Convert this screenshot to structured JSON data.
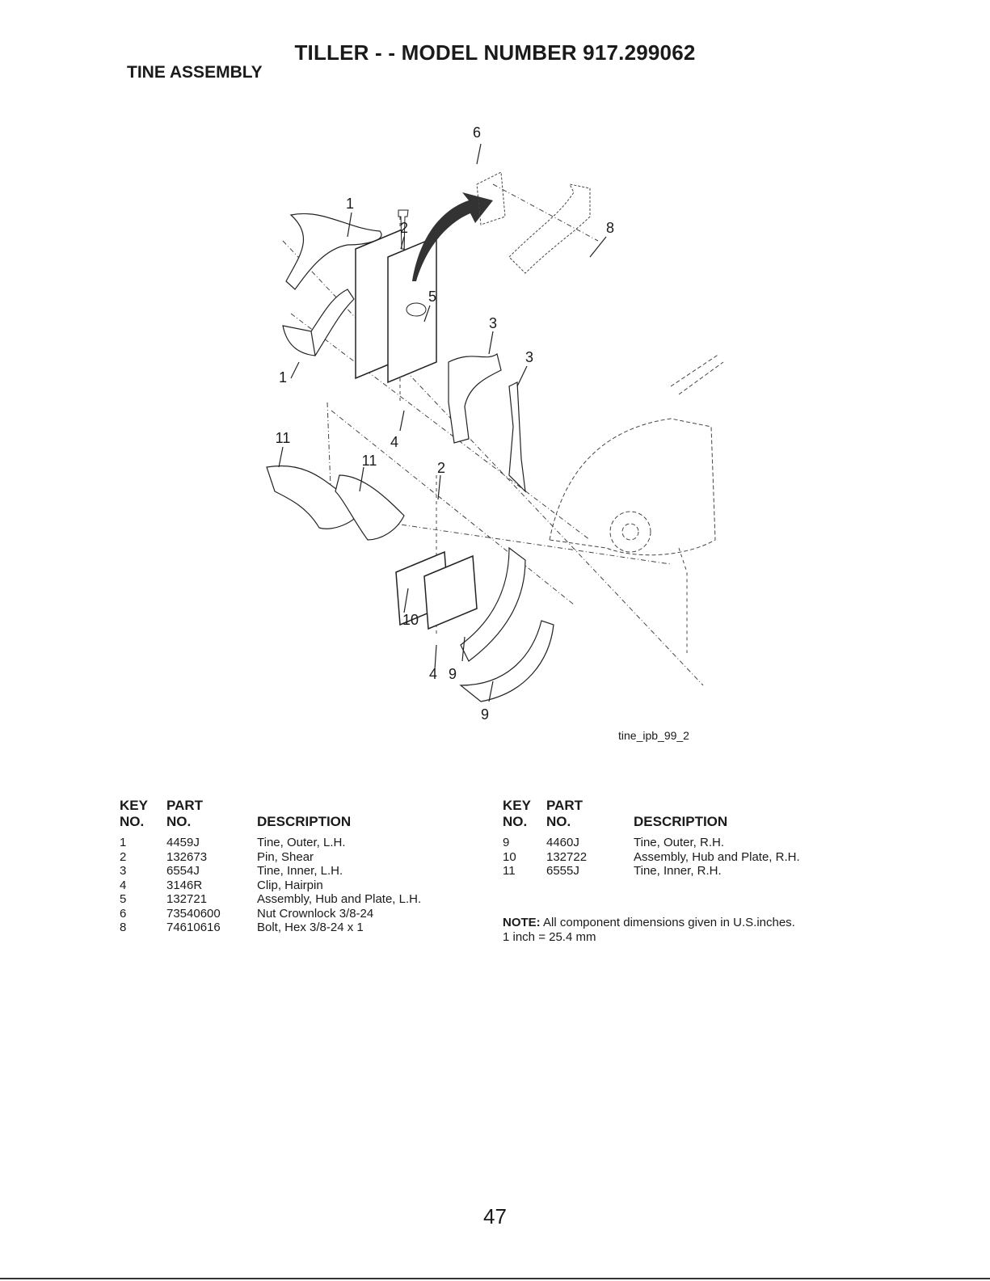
{
  "header": {
    "title": "TILLER - - MODEL NUMBER 917.299062",
    "subtitle": "TINE ASSEMBLY"
  },
  "diagram": {
    "image_label": "tine_ipb_99_2",
    "callouts": [
      "6",
      "1",
      "2",
      "8",
      "5",
      "3",
      "3",
      "1",
      "4",
      "11",
      "11",
      "2",
      "10",
      "4",
      "9",
      "9"
    ]
  },
  "parts_table": {
    "headers": {
      "key": "KEY",
      "part": "PART",
      "no1": "NO.",
      "no2": "NO.",
      "description": "DESCRIPTION"
    },
    "left": [
      {
        "key": "1",
        "part": "4459J",
        "description": "Tine, Outer, L.H."
      },
      {
        "key": "2",
        "part": "132673",
        "description": "Pin, Shear"
      },
      {
        "key": "3",
        "part": "6554J",
        "description": "Tine, Inner, L.H."
      },
      {
        "key": "4",
        "part": "3146R",
        "description": "Clip, Hairpin"
      },
      {
        "key": "5",
        "part": "132721",
        "description": "Assembly, Hub and Plate, L.H."
      },
      {
        "key": "6",
        "part": "73540600",
        "description": "Nut Crownlock 3/8-24"
      },
      {
        "key": "8",
        "part": "74610616",
        "description": "Bolt, Hex 3/8-24 x 1"
      }
    ],
    "right": [
      {
        "key": "9",
        "part": "4460J",
        "description": "Tine, Outer, R.H."
      },
      {
        "key": "10",
        "part": "132722",
        "description": "Assembly, Hub and Plate, R.H."
      },
      {
        "key": "11",
        "part": "6555J",
        "description": "Tine, Inner, R.H."
      }
    ]
  },
  "note": {
    "label": "NOTE:",
    "text": " All component dimensions given in U.S.inches.",
    "conversion": "1 inch = 25.4 mm"
  },
  "page_number": "47"
}
